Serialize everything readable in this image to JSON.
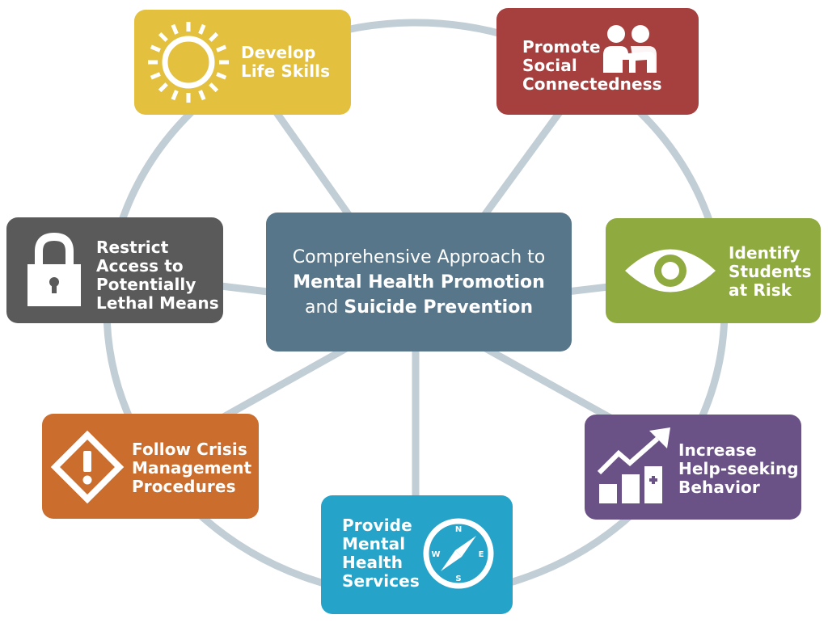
{
  "colors": {
    "connector": "#c2ced5",
    "center": "#587689",
    "develop": "#e3c03e",
    "promote": "#a5403f",
    "identify": "#8faa3f",
    "increase": "#6b5286",
    "provide": "#26a3c8",
    "follow": "#ca6d2d",
    "restrict": "#5a5a5a"
  },
  "center": {
    "line1": "Comprehensive Approach to",
    "line2": "Mental Health Promotion",
    "line3_prefix": "and ",
    "line3_bold": "Suicide Prevention"
  },
  "nodes": {
    "develop": {
      "label": "Develop\nLife Skills",
      "icon": "sun-icon"
    },
    "promote": {
      "label": "Promote\nSocial\nConnectedness",
      "icon": "people-icon"
    },
    "identify": {
      "label": "Identify\nStudents\nat Risk",
      "icon": "eye-icon"
    },
    "increase": {
      "label": "Increase\nHelp-seeking\nBehavior",
      "icon": "chart-growth-icon"
    },
    "provide": {
      "label": "Provide\nMental\nHealth\nServices",
      "icon": "compass-icon",
      "compass": {
        "n": "N",
        "s": "S",
        "e": "E",
        "w": "W"
      }
    },
    "follow": {
      "label": "Follow Crisis\nManagement\nProcedures",
      "icon": "warning-icon"
    },
    "restrict": {
      "label": "Restrict\nAccess to\nPotentially\nLethal Means",
      "icon": "lock-icon"
    }
  }
}
